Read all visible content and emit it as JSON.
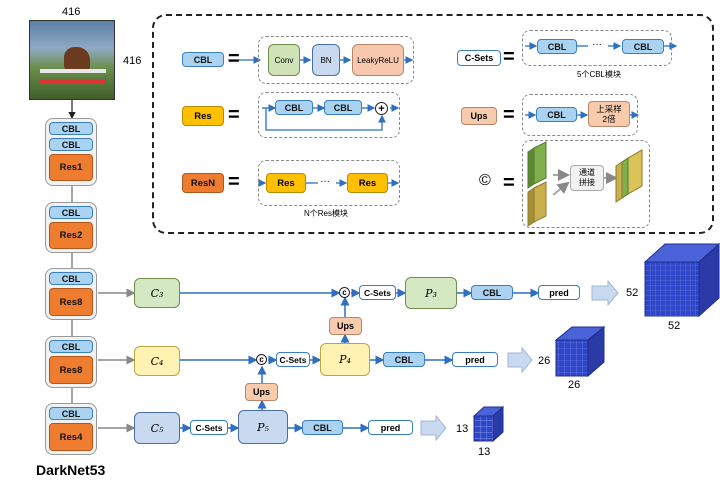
{
  "input": {
    "size_top": "416",
    "size_right": "416"
  },
  "backbone": {
    "title": "DarkNet53",
    "blocks": [
      {
        "cbl": [
          "CBL",
          "CBL"
        ],
        "res": "Res1"
      },
      {
        "cbl": [
          "CBL"
        ],
        "res": "Res2"
      },
      {
        "cbl": [
          "CBL"
        ],
        "res": "Res8"
      },
      {
        "cbl": [
          "CBL"
        ],
        "res": "Res8"
      },
      {
        "cbl": [
          "CBL"
        ],
        "res": "Res4"
      }
    ]
  },
  "legend": {
    "cbl_label": "CBL",
    "conv": "Conv",
    "bn": "BN",
    "leaky": "LeakyReLU",
    "res_label": "Res",
    "res_cbl1": "CBL",
    "res_cbl2": "CBL",
    "plus": "+",
    "resn_label": "ResN",
    "resn_res1": "Res",
    "resn_dots": "···",
    "resn_res2": "Res",
    "resn_caption": "N个Res模块",
    "csets_label": "C-Sets",
    "csets_cbl1": "CBL",
    "csets_dots": "···",
    "csets_cbl2": "CBL",
    "csets_caption": "5个CBL模块",
    "ups_label": "Ups",
    "ups_cbl": "CBL",
    "ups_up": "上采样\n2倍",
    "concat_symbol": "©",
    "concat_text": "通道\n拼接",
    "equals": "="
  },
  "head": {
    "c3": "C₃",
    "c4": "C₄",
    "c5": "C₅",
    "p3": "P₃",
    "p4": "P₄",
    "p5": "P₅",
    "csets": "C-Sets",
    "ups": "Ups",
    "cbl": "CBL",
    "pred": "pred",
    "concat": "c",
    "out52": "52",
    "out52b": "52",
    "out26": "26",
    "out26b": "26",
    "out13": "13",
    "out13b": "13"
  },
  "colors": {
    "cbl_fill": "#a9d3f0",
    "res_fill": "#ef7d2f",
    "conv_fill": "#cfe3b7",
    "bn_fill": "#c9daf0",
    "leaky_fill": "#f7c8ae",
    "c3_fill": "#d5e8c4",
    "c4_fill": "#fff2b3",
    "c5_fill": "#c9daf0",
    "cube_fill": "#2f46c9",
    "arrow_fill": "#c9daf0"
  }
}
